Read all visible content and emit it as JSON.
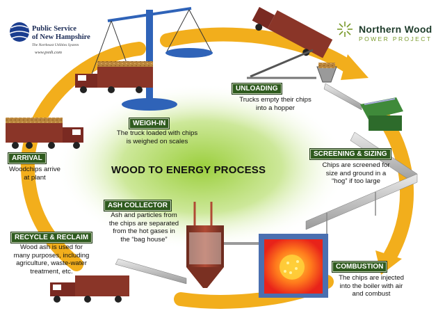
{
  "logos": {
    "psnh": {
      "line1": "Public Service",
      "line2": "of New Hampshire",
      "tagline": "The Northeast Utilities System",
      "url": "www.psnh.com"
    },
    "northern_wood": {
      "name": "Northern Wood",
      "subtitle": "POWER PROJECT"
    }
  },
  "center_title": "WOOD TO ENERGY PROCESS",
  "steps": {
    "unloading": {
      "label": "UNLOADING",
      "desc": [
        "Trucks empty their chips",
        "into a hopper"
      ]
    },
    "weigh_in": {
      "label": "WEIGH-IN",
      "desc": [
        "The truck loaded with chips",
        "is weighed on scales"
      ]
    },
    "arrival": {
      "label": "ARRIVAL",
      "desc": [
        "Woodchips arrive",
        "at plant"
      ]
    },
    "screening": {
      "label": "SCREENING & SIZING",
      "desc": [
        "Chips are screened for",
        "size and ground in a",
        "“hog” if too large"
      ]
    },
    "ash_collector": {
      "label": "ASH COLLECTOR",
      "desc": [
        "Ash and particles from",
        "the chips are separated",
        "from the hot gases in",
        "the “bag house”"
      ]
    },
    "recycle": {
      "label": "RECYCLE & RECLAIM",
      "desc": [
        "Wood ash is used for",
        "many purposes, including",
        "agriculture, waste-water",
        "treatment, etc."
      ]
    },
    "combustion": {
      "label": "COMBUSTION",
      "desc": [
        "The chips are injected",
        "into the boiler with air",
        "and combust"
      ]
    }
  },
  "colors": {
    "arrow": "#f2ae1c",
    "label_bg": "#2e5a1e",
    "truck_cab": "#7a2a22",
    "chips": "#c89a45",
    "boiler_frame": "#4a6fb0",
    "fire": "#f03a1a"
  }
}
